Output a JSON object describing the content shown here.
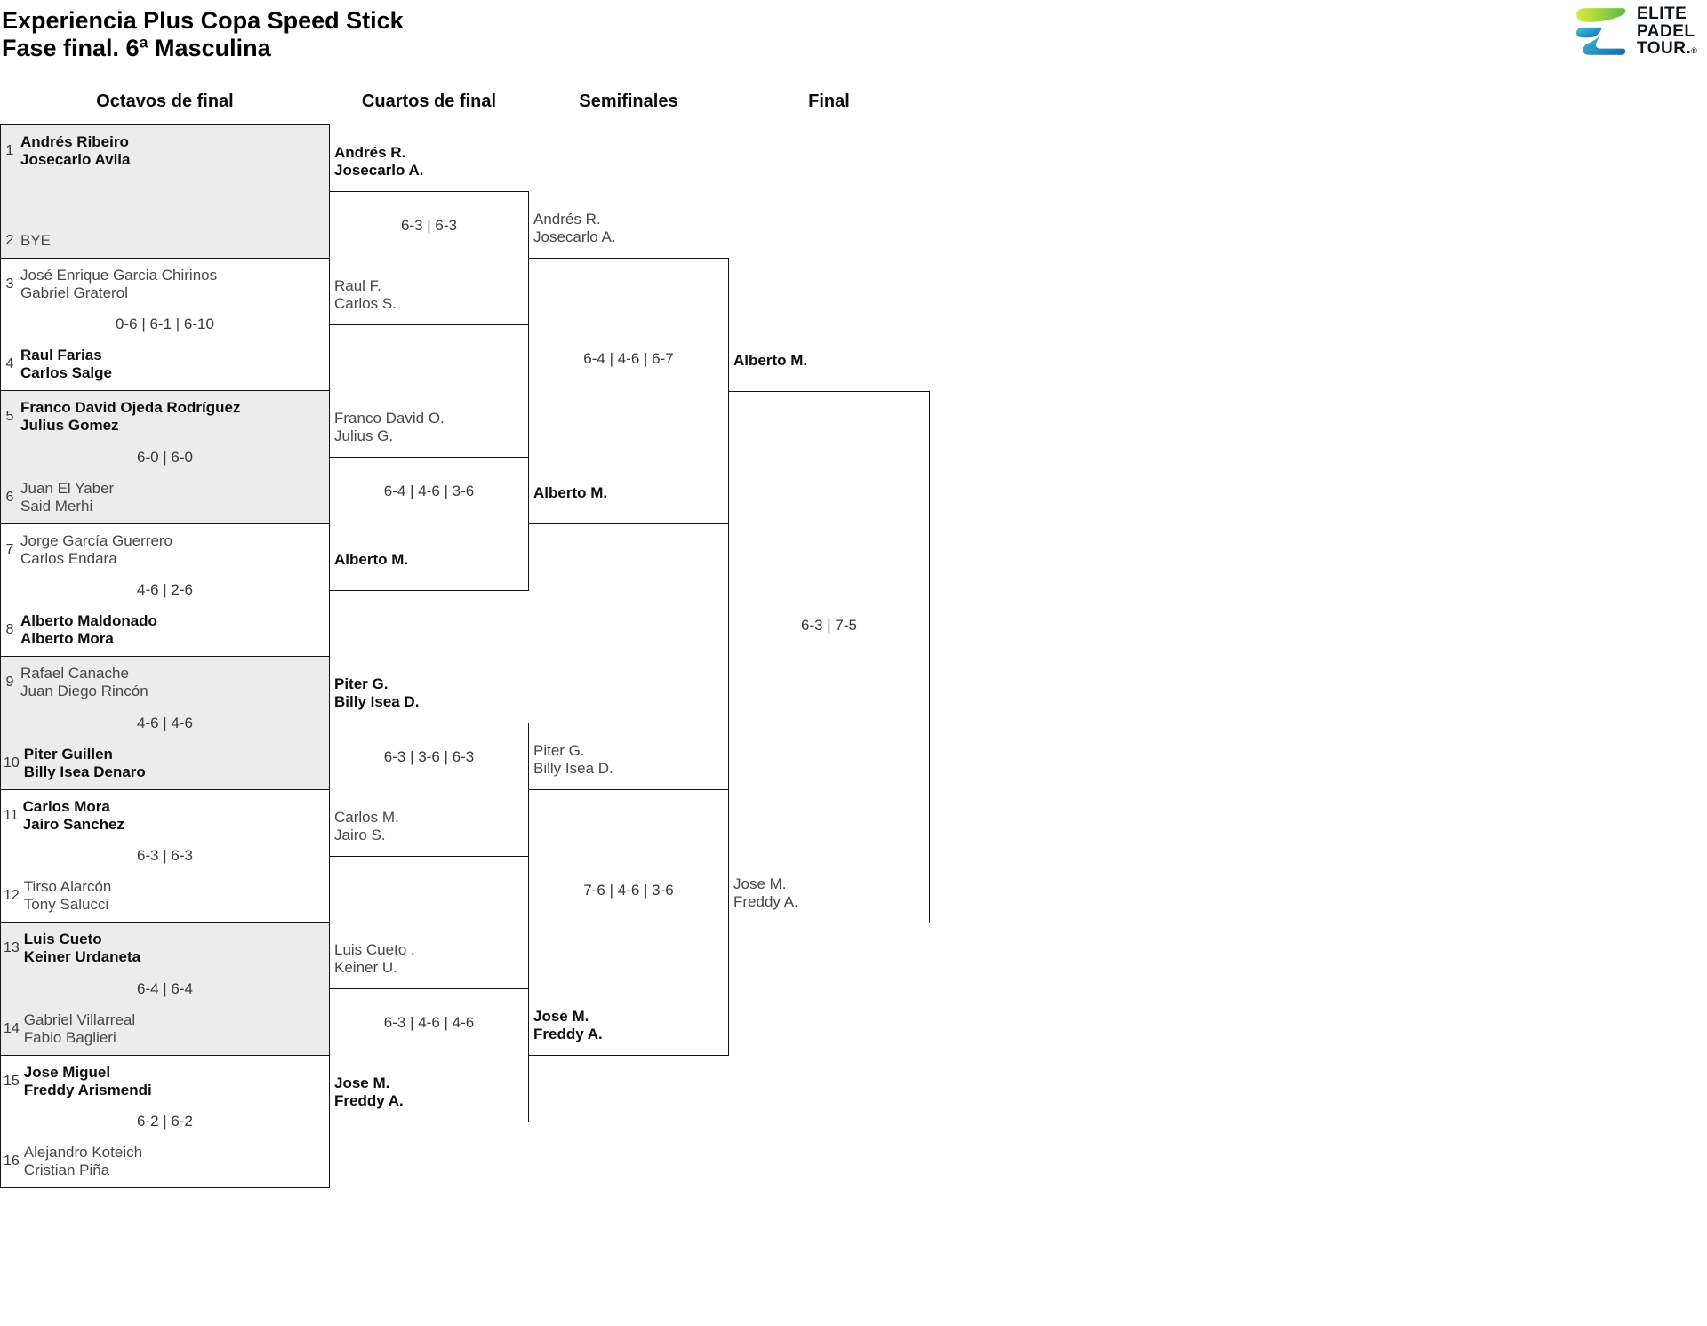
{
  "title": {
    "line1": "Experiencia Plus Copa Speed Stick",
    "line2": "Fase final. 6ª Masculina"
  },
  "logo": {
    "line1": "ELITE",
    "line2": "PADEL",
    "line3": "TOUR.",
    "registered": "®"
  },
  "round_headers": {
    "octavos": "Octavos de final",
    "cuartos": "Cuartos de final",
    "semifinales": "Semifinales",
    "final": "Final"
  },
  "octavos": [
    {
      "seed1": "1",
      "t1a": "Andrés Ribeiro",
      "t1b": "Josecarlo Avila",
      "score": "",
      "seed2": "2",
      "t2a": "BYE",
      "t2b": "",
      "winner": "top"
    },
    {
      "seed1": "3",
      "t1a": "José Enrique Garcia Chirinos",
      "t1b": "Gabriel Graterol",
      "score": "0-6 | 6-1 | 6-10",
      "seed2": "4",
      "t2a": "Raul Farias",
      "t2b": "Carlos Salge",
      "winner": "bottom"
    },
    {
      "seed1": "5",
      "t1a": "Franco David Ojeda Rodríguez",
      "t1b": "Julius Gomez",
      "score": "6-0 | 6-0",
      "seed2": "6",
      "t2a": "Juan El Yaber",
      "t2b": "Said Merhi",
      "winner": "top"
    },
    {
      "seed1": "7",
      "t1a": "Jorge García Guerrero",
      "t1b": "Carlos Endara",
      "score": "4-6 | 2-6",
      "seed2": "8",
      "t2a": "Alberto Maldonado",
      "t2b": "Alberto Mora",
      "winner": "bottom"
    },
    {
      "seed1": "9",
      "t1a": "Rafael Canache",
      "t1b": "Juan Diego Rincón",
      "score": "4-6 | 4-6",
      "seed2": "10",
      "t2a": "Piter Guillen",
      "t2b": "Billy Isea Denaro",
      "winner": "bottom"
    },
    {
      "seed1": "11",
      "t1a": "Carlos Mora",
      "t1b": "Jairo Sanchez",
      "score": "6-3 | 6-3",
      "seed2": "12",
      "t2a": "Tirso Alarcón",
      "t2b": "Tony Salucci",
      "winner": "top"
    },
    {
      "seed1": "13",
      "t1a": "Luis Cueto",
      "t1b": "Keiner Urdaneta",
      "score": "6-4 | 6-4",
      "seed2": "14",
      "t2a": "Gabriel Villarreal",
      "t2b": "Fabio Baglieri",
      "winner": "top"
    },
    {
      "seed1": "15",
      "t1a": "Jose Miguel",
      "t1b": "Freddy Arismendi",
      "score": "6-2 | 6-2",
      "seed2": "16",
      "t2a": "Alejandro Koteich",
      "t2b": "Cristian Piña",
      "winner": "top"
    }
  ],
  "cuartos": [
    {
      "t1a": "Andrés R.",
      "t1b": "Josecarlo A.",
      "score": "6-3 | 6-3",
      "t2a": "Raul F.",
      "t2b": "Carlos S.",
      "winner": "top"
    },
    {
      "t1a": "Franco David O.",
      "t1b": "Julius G.",
      "score": "6-4 | 4-6 | 3-6",
      "t2a": "Alberto M.",
      "t2b": "",
      "winner": "bottom"
    },
    {
      "t1a": "Piter G.",
      "t1b": "Billy Isea D.",
      "score": "6-3 | 3-6 | 6-3",
      "t2a": "Carlos M.",
      "t2b": "Jairo S.",
      "winner": "top"
    },
    {
      "t1a": "Luis Cueto .",
      "t1b": "Keiner U.",
      "score": "6-3 | 4-6 | 4-6",
      "t2a": "Jose M.",
      "t2b": "Freddy A.",
      "winner": "bottom"
    }
  ],
  "semifinales": [
    {
      "t1a": "Andrés R.",
      "t1b": "Josecarlo A.",
      "score": "6-4 | 4-6 | 6-7",
      "t2a": "Alberto M.",
      "t2b": "",
      "winner": "bottom"
    },
    {
      "t1a": "Piter G.",
      "t1b": "Billy Isea D.",
      "score": "7-6 | 4-6 | 3-6",
      "t2a": "Jose M.",
      "t2b": "Freddy A.",
      "winner": "bottom"
    }
  ],
  "final": {
    "t1a": "Alberto M.",
    "t1b": "",
    "score": "6-3 | 7-5",
    "t2a": "Jose M.",
    "t2b": "Freddy A.",
    "winner": "top"
  },
  "colors": {
    "box_alt_fill": "#ececec",
    "border": "#141414",
    "winner_text": "#0d0d0d",
    "regular_text": "#474747",
    "logo_green_light": "#d8ec3c",
    "logo_green": "#5eb946",
    "logo_teal": "#40c8da",
    "logo_blue": "#1566ae",
    "logo_text": "#10151c"
  }
}
